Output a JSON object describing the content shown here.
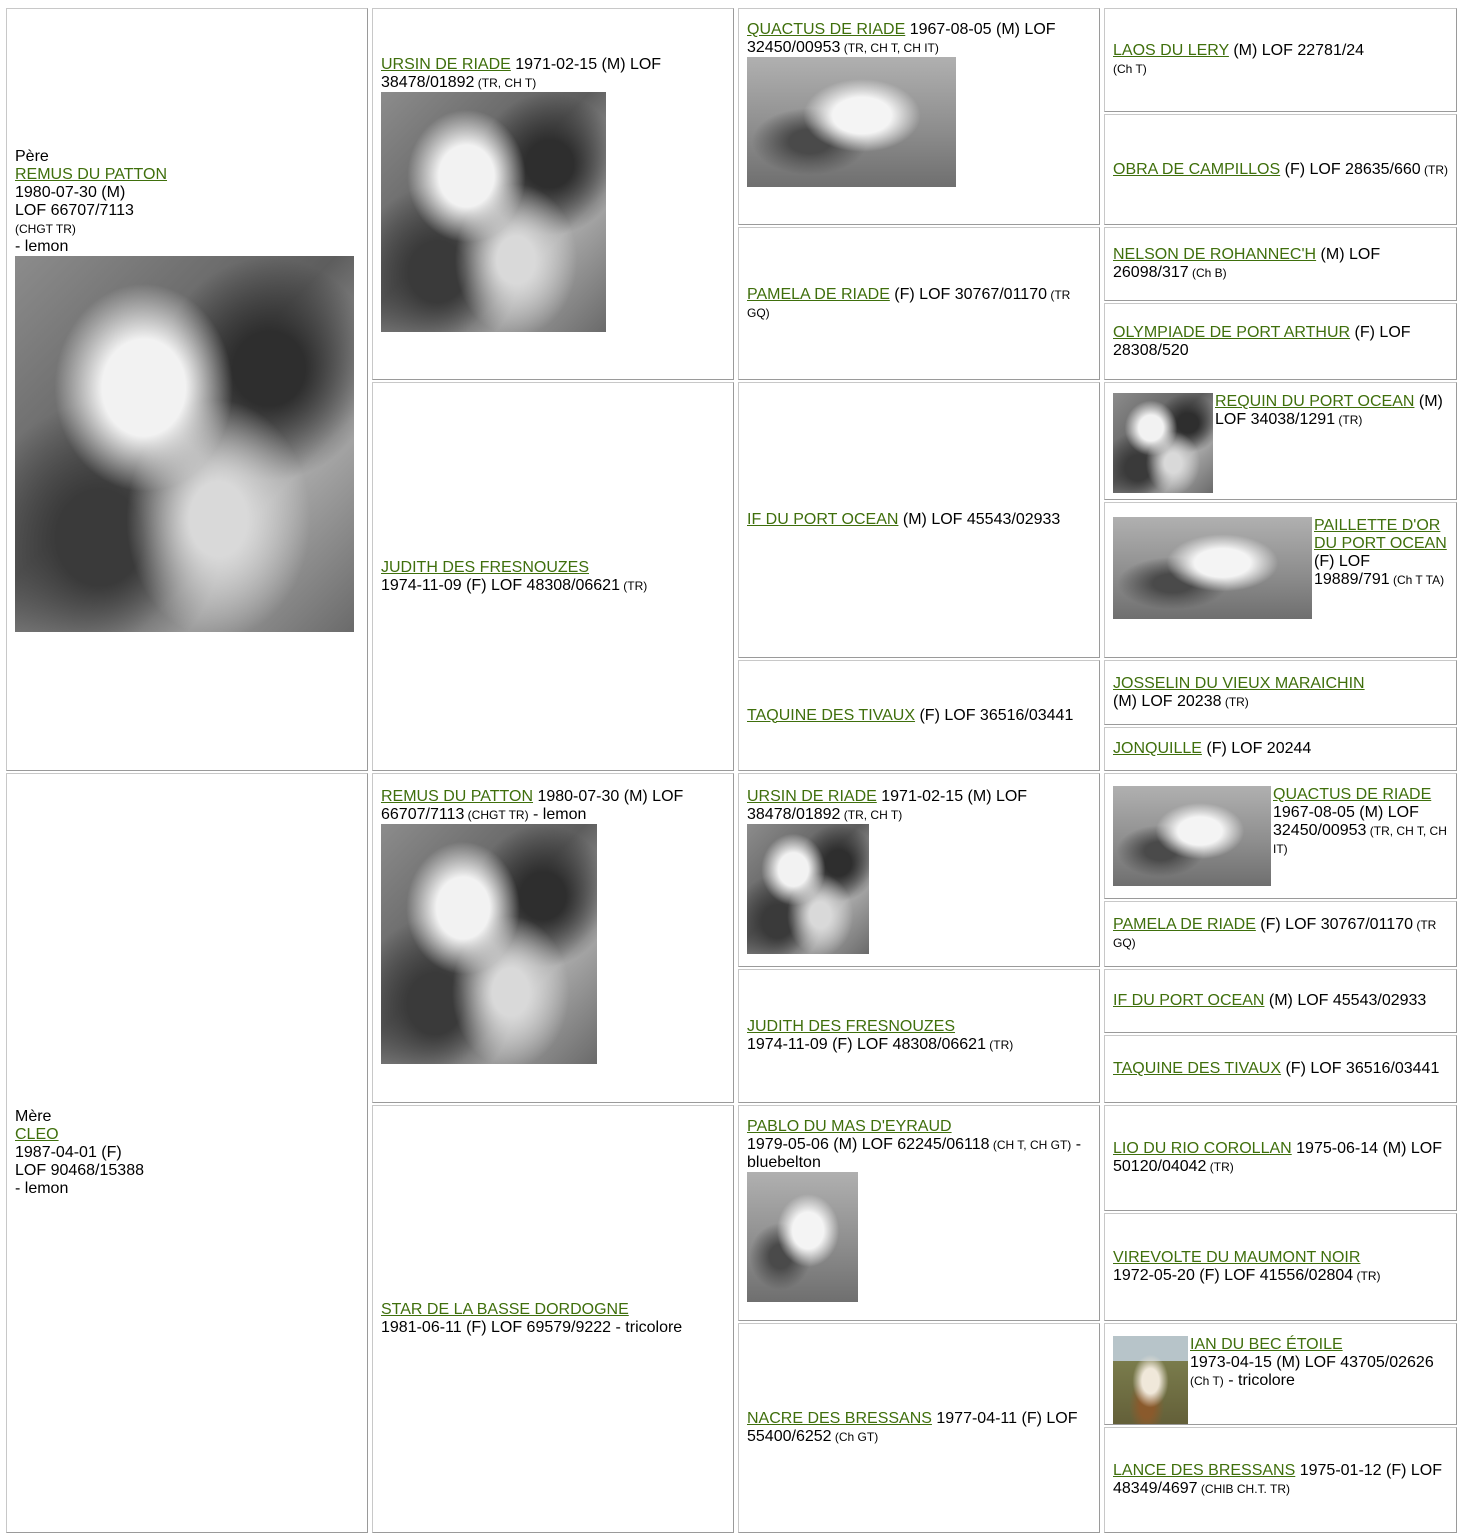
{
  "gen1": {
    "sire": {
      "role": "Père",
      "name": "REMUS DU PATTON",
      "date": "1980-07-30",
      "sex": "(M)",
      "reg": "LOF 66707/7113",
      "titles": "(CHGT TR)",
      "color": "- lemon",
      "photo": "dog-photo"
    },
    "dam": {
      "role": "Mère",
      "name": "CLEO",
      "date": "1987-04-01",
      "sex": "(F)",
      "reg": "LOF 90468/15388",
      "color": "- lemon"
    }
  },
  "gen2": [
    {
      "name": "URSIN DE RIADE",
      "rest": " 1971-02-15 (M) LOF 38478/01892",
      "titles": " (TR, CH T)",
      "photo": "dog-photo"
    },
    {
      "name": "JUDITH DES FRESNOUZES",
      "rest": "1974-11-09 (F) LOF 48308/06621",
      "titles": " (TR)"
    },
    {
      "name": "REMUS DU PATTON",
      "rest": " 1980-07-30 (M) LOF 66707/7113",
      "titles": " (CHGT TR)",
      "after": " - lemon",
      "photo": "dog-photo"
    },
    {
      "name": "STAR DE LA BASSE DORDOGNE",
      "rest": "1981-06-11 (F) LOF 69579/9222 - tricolore"
    }
  ],
  "gen3": [
    {
      "name": "QUACTUS DE RIADE",
      "rest": " 1967-08-05 (M) LOF 32450/00953",
      "titles": " (TR, CH T, CH IT)",
      "photo": "dog-photo"
    },
    {
      "name": "PAMELA DE RIADE",
      "rest": " (F) LOF 30767/01170",
      "titles": " (TR GQ)"
    },
    {
      "name": "IF DU PORT OCEAN",
      "rest": " (M) LOF 45543/02933"
    },
    {
      "name": "TAQUINE DES TIVAUX",
      "rest": " (F) LOF 36516/03441"
    },
    {
      "name": "URSIN DE RIADE",
      "rest": " 1971-02-15 (M) LOF 38478/01892",
      "titles": " (TR, CH T)",
      "photo": "dog-photo"
    },
    {
      "name": "JUDITH DES FRESNOUZES",
      "rest": "1974-11-09 (F) LOF 48308/06621",
      "titles": " (TR)"
    },
    {
      "name": "PABLO DU MAS D'EYRAUD",
      "rest": "1979-05-06 (M) LOF 62245/06118",
      "titles": " (CH T, CH GT)",
      "after": " - bluebelton",
      "photo": "dog-photo"
    },
    {
      "name": "NACRE DES BRESSANS",
      "rest": " 1977-04-11 (F) LOF 55400/6252",
      "titles": " (Ch GT)"
    }
  ],
  "gen4": [
    {
      "name": "LAOS DU LERY",
      "rest": " (M) LOF 22781/24",
      "titles": "(Ch T)"
    },
    {
      "name": "OBRA DE CAMPILLOS",
      "rest": " (F) LOF 28635/660",
      "titles": " (TR)"
    },
    {
      "name": "NELSON DE ROHANNEC'H",
      "rest": " (M) LOF 26098/317",
      "titles": " (Ch B)"
    },
    {
      "name": "OLYMPIADE DE PORT ARTHUR",
      "rest": " (F) LOF 28308/520"
    },
    {
      "name": "REQUIN DU PORT OCEAN",
      "rest": " (M) LOF 34038/1291",
      "titles": " (TR)",
      "photo": "dog-photo"
    },
    {
      "name": "PAILLETTE D'OR DU PORT OCEAN",
      "rest": " (F) LOF 19889/791",
      "titles": " (Ch T TA)",
      "photo": "dog-photo"
    },
    {
      "name": "JOSSELIN DU VIEUX MARAICHIN",
      "rest": " (M) LOF 20238",
      "titles": " (TR)"
    },
    {
      "name": "JONQUILLE",
      "rest": " (F) LOF 20244"
    },
    {
      "name": "QUACTUS DE RIADE",
      "rest": " 1967-08-05 (M) LOF 32450/00953",
      "titles": " (TR, CH T, CH IT)",
      "photo": "dog-photo"
    },
    {
      "name": "PAMELA DE RIADE",
      "rest": " (F) LOF 30767/01170",
      "titles": " (TR GQ)"
    },
    {
      "name": "IF DU PORT OCEAN",
      "rest": " (M) LOF 45543/02933"
    },
    {
      "name": "TAQUINE DES TIVAUX",
      "rest": " (F) LOF 36516/03441"
    },
    {
      "name": "LIO DU RIO COROLLAN",
      "rest": " 1975-06-14 (M) LOF 50120/04042",
      "titles": " (TR)"
    },
    {
      "name": "VIREVOLTE DU MAUMONT NOIR",
      "rest": "1972-05-20 (F) LOF 41556/02804",
      "titles": " (TR)"
    },
    {
      "name": "IAN DU BEC ÉTOILE",
      "rest": "1973-04-15 (M) LOF 43705/02626",
      "titles": " (Ch T)",
      "after": " - tricolore",
      "photo": "dog-photo"
    },
    {
      "name": "LANCE DES BRESSANS",
      "rest": " 1975-01-12 (F) LOF 48349/4697",
      "titles": " (CHIB CH.T. TR)"
    }
  ]
}
